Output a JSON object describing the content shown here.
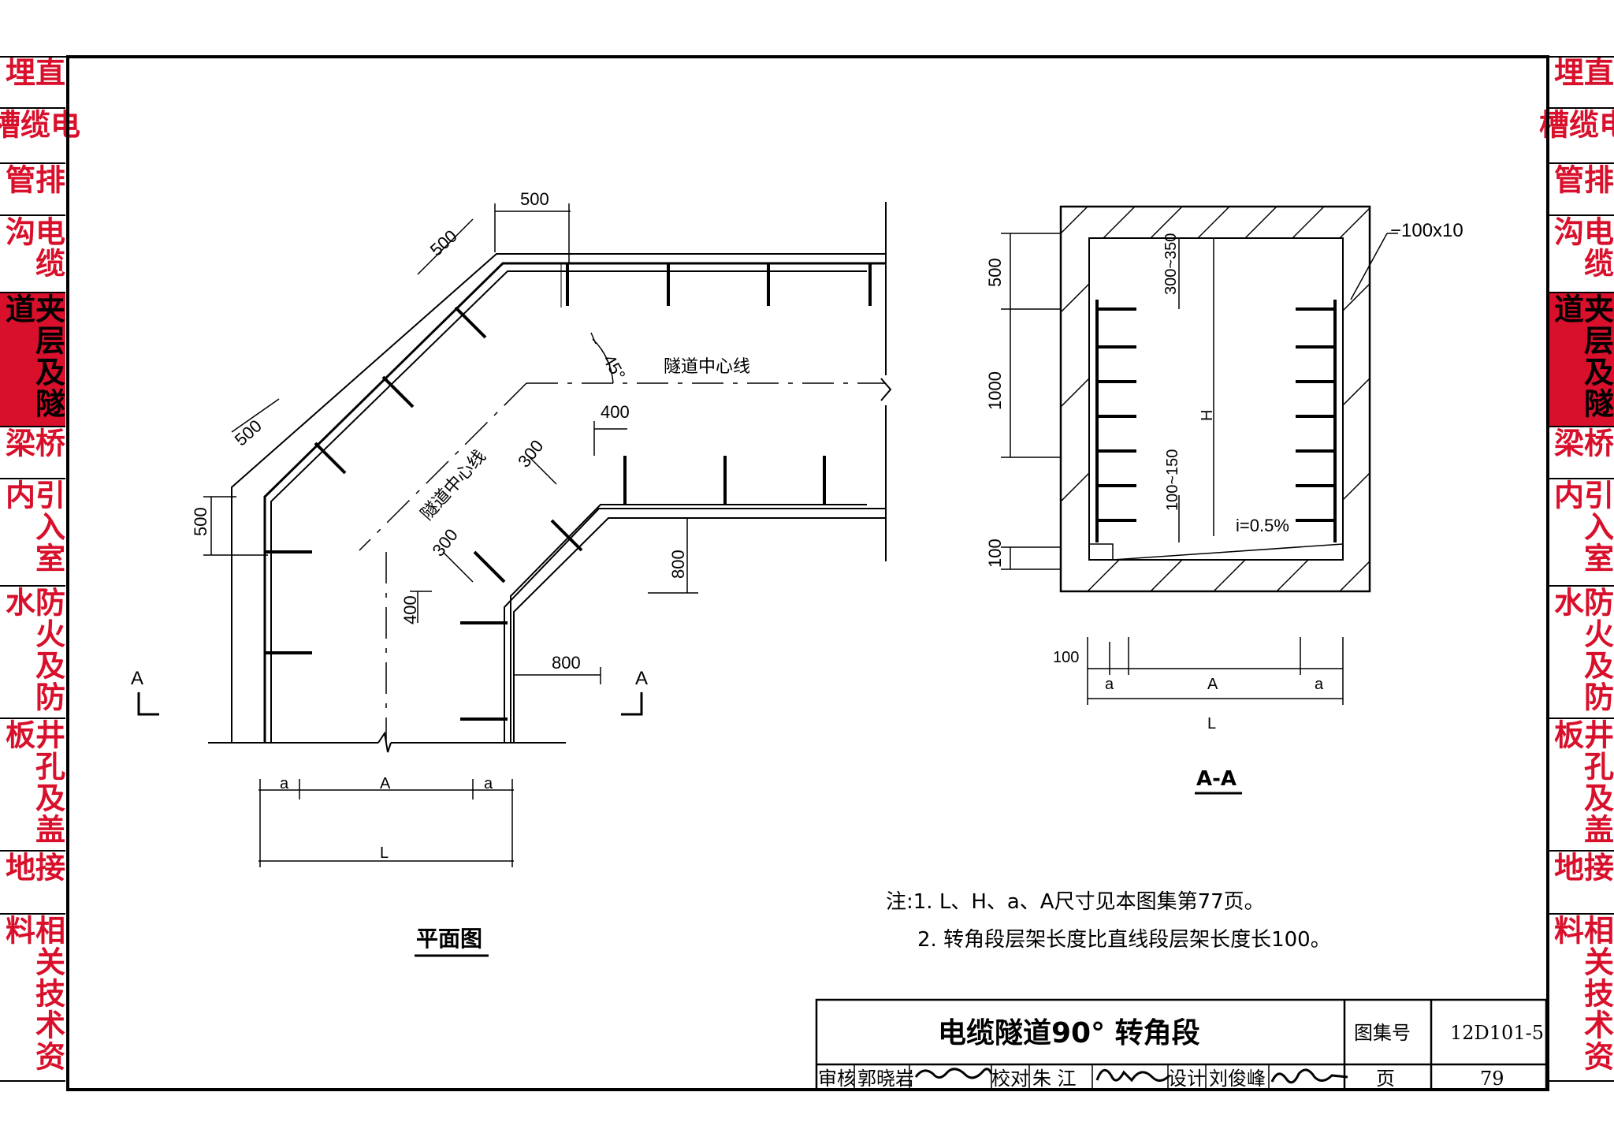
{
  "side_tabs": [
    {
      "label": "直埋",
      "active": false
    },
    {
      "label": "电缆槽",
      "active": false
    },
    {
      "label": "排管",
      "active": false
    },
    {
      "label": "电缆沟",
      "active": false
    },
    {
      "label": "夹层及隧道",
      "active": true
    },
    {
      "label": "桥梁",
      "active": false
    },
    {
      "label": "引入室内",
      "active": false
    },
    {
      "label": "防火及防水",
      "active": false
    },
    {
      "label": "井孔及盖板",
      "active": false
    },
    {
      "label": "接地",
      "active": false
    },
    {
      "label": "相关技术资料",
      "active": false
    }
  ],
  "plan": {
    "title": "平面图",
    "centerline_label": "隧道中心线",
    "angle": "45°",
    "section_mark": "A",
    "dims": {
      "d500": "500",
      "d400": "400",
      "d300": "300",
      "d800": "800",
      "a": "a",
      "A": "A",
      "L": "L"
    }
  },
  "section": {
    "title": "A-A",
    "bar": "−100x10",
    "slope": "i=0.5%",
    "H": "H",
    "dims": {
      "d500": "500",
      "d1000": "1000",
      "d100": "100",
      "d300_350": "300~350",
      "d100_150": "100~150",
      "a": "a",
      "A": "A",
      "L": "L"
    }
  },
  "notes": {
    "line1": "注:1. L、H、a、A尺寸见本图集第77页。",
    "line2": "2. 转角段层架长度比直线段层架长度长100。"
  },
  "title_block": {
    "title": "电缆隧道90° 转角段",
    "atlas_label": "图集号",
    "atlas_no": "12D101-5",
    "page_label": "页",
    "page_no": "79",
    "review_label": "审核",
    "reviewer": "郭晓岩",
    "check_label": "校对",
    "checker": "朱 江",
    "design_label": "设计",
    "designer": "刘俊峰"
  }
}
